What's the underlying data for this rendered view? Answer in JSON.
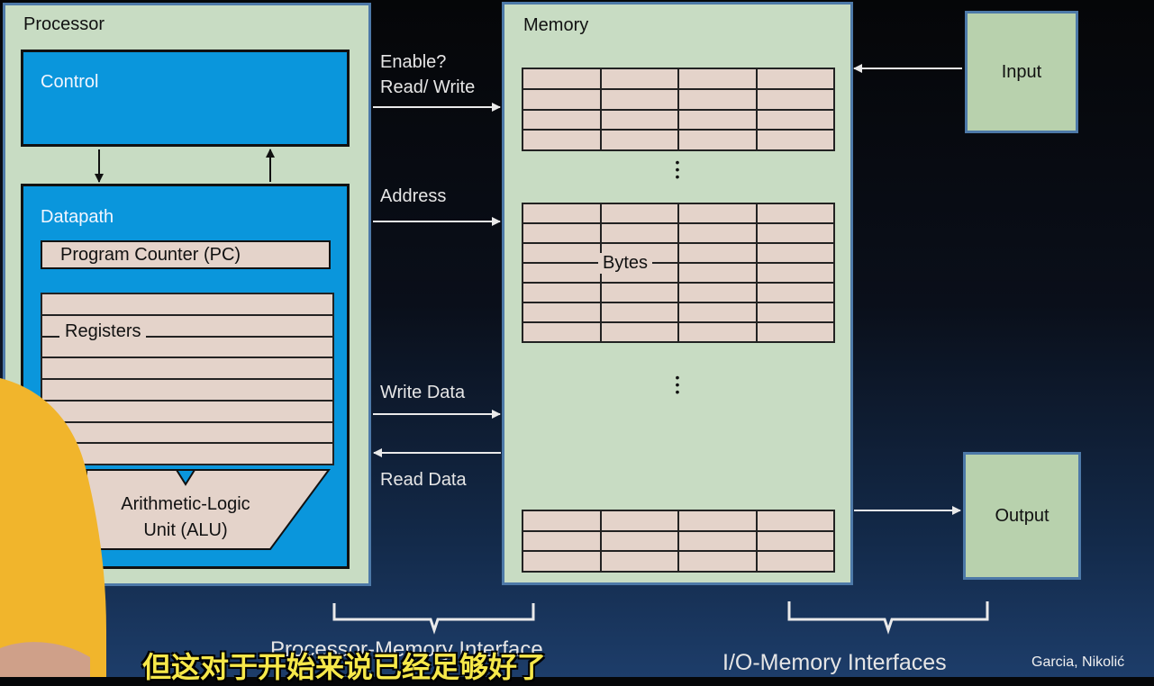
{
  "processor": {
    "title": "Processor",
    "control_label": "Control",
    "datapath_label": "Datapath",
    "pc_label": "Program Counter (PC)",
    "registers_label": "Registers",
    "alu_label_line1": "Arithmetic-Logic",
    "alu_label_line2": "Unit (ALU)"
  },
  "memory": {
    "title": "Memory",
    "bytes_label": "Bytes"
  },
  "signals": {
    "enable": "Enable?",
    "read_write": "Read/ Write",
    "address": "Address",
    "write_data": "Write Data",
    "read_data": "Read Data"
  },
  "io": {
    "input_label": "Input",
    "output_label": "Output"
  },
  "footer": {
    "processor_memory_interface": "Processor-Memory Interface",
    "io_memory_interfaces": "I/O-Memory Interfaces",
    "credit": "Garcia, Nikolić",
    "subtitle": "但这对于开始来说已经足够好了"
  }
}
